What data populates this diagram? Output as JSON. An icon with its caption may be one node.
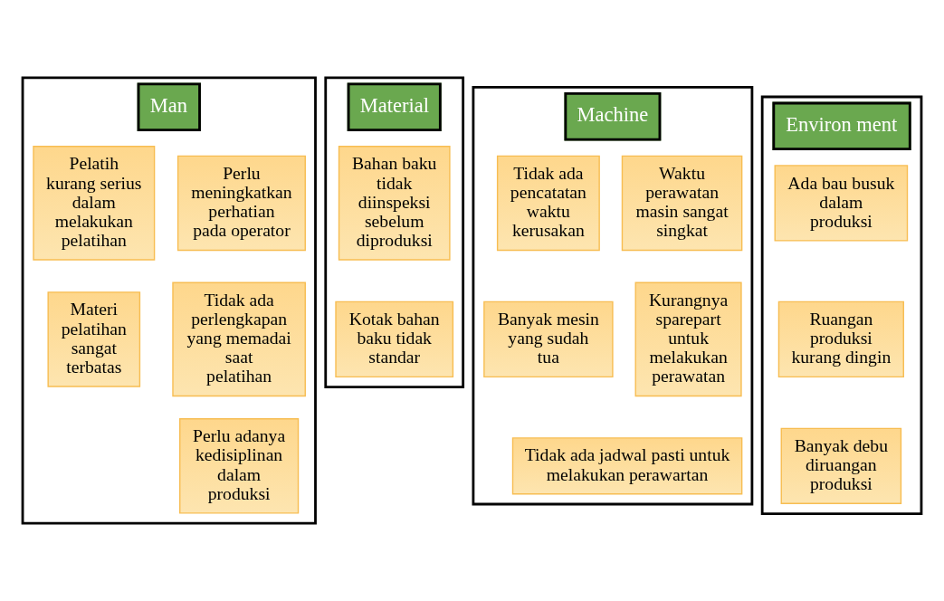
{
  "diagram": {
    "nodes": [
      {
        "text": [
          "Man"
        ]
      },
      {
        "text": [
          "Perlu meningkatkan perhatian pada operator"
        ],
        "in": 0
      },
      {
        "text": [
          "Pelatih kurang serius dalam melakukan pelatihan"
        ],
        "in": 0
      },
      {
        "text": [
          "Tidak ada perlengkapan yang memadai saat pelatihan"
        ],
        "in": 0
      },
      {
        "text": [
          "Materi pelatihan sangat terbatas"
        ],
        "in": 0
      },
      {
        "text": [
          "Perlu adanya kedisiplinan dalam produksi"
        ],
        "in": 0
      },
      {
        "text": [
          "Material"
        ]
      },
      {
        "text": [
          "Bahan baku tidak diinspeksi sebelum diproduksi"
        ],
        "in": 6
      },
      {
        "text": [
          "Kotak bahan baku tidak standar"
        ],
        "in": 6
      },
      {
        "text": [
          "Machine"
        ]
      },
      {
        "text": [
          "Waktu perawatan masin sangat singkat"
        ],
        "in": 9
      },
      {
        "text": [
          "Tidak ada pencatatan waktu kerusakan"
        ],
        "in": 9
      },
      {
        "text": [
          "Kurangnya sparepart untuk melakukan perawatan"
        ],
        "in": 9
      },
      {
        "text": [
          "Banyak mesin yang sudah tua"
        ],
        "in": 9
      },
      {
        "text": [
          "Tidak ada jadwal pasti untuk melakukan perawartan"
        ],
        "in": 9
      },
      {
        "text": [
          "Environ ment"
        ]
      },
      {
        "text": [
          "Ada bau busuk dalam produksi"
        ],
        "in": 15
      },
      {
        "text": [
          "Ruangan produksi kurang dingin"
        ],
        "in": 15
      },
      {
        "text": [
          "Banyak debu diruangan produksi"
        ],
        "in": 15
      }
    ],
    "edges": []
  }
}
